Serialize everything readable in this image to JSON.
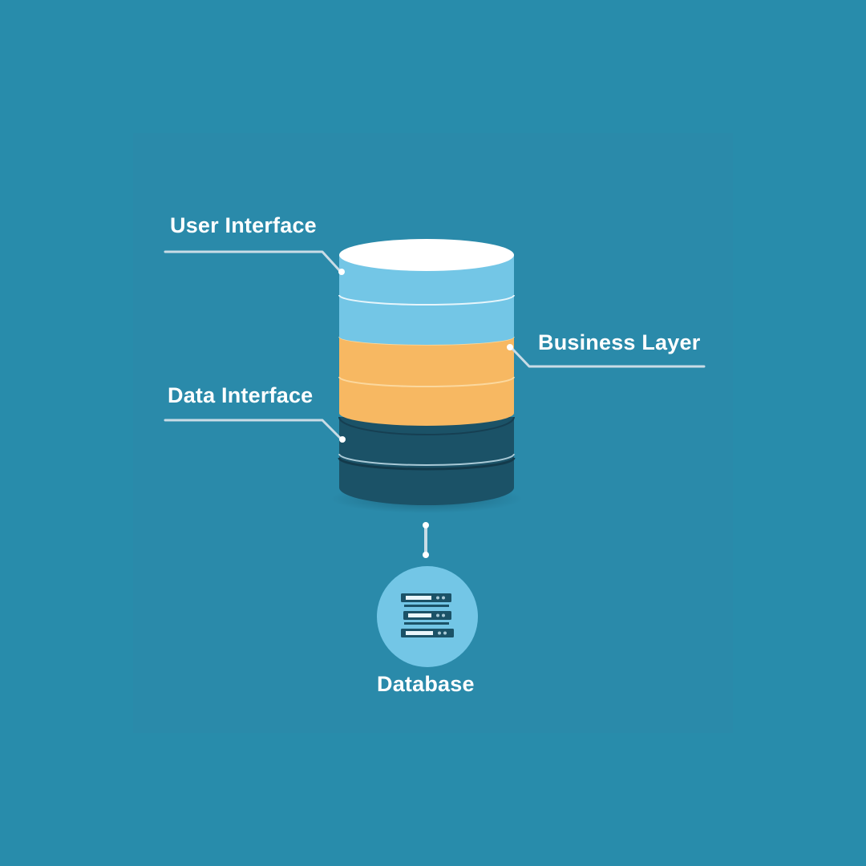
{
  "diagram": {
    "layers": [
      {
        "label": "User Interface",
        "color": "#73c6e6"
      },
      {
        "label": "Business Layer",
        "color": "#f7b862"
      },
      {
        "label": "Data Interface",
        "color": "#1b5267"
      }
    ],
    "database": {
      "label": "Database",
      "icon": "server-stack-icon",
      "color": "#73c6e6"
    },
    "colors": {
      "background": "#288cab",
      "panel": "#2a8aaa",
      "cylinder_top": "#ffffff",
      "connector": "#c9dce6",
      "text": "#ffffff"
    }
  }
}
